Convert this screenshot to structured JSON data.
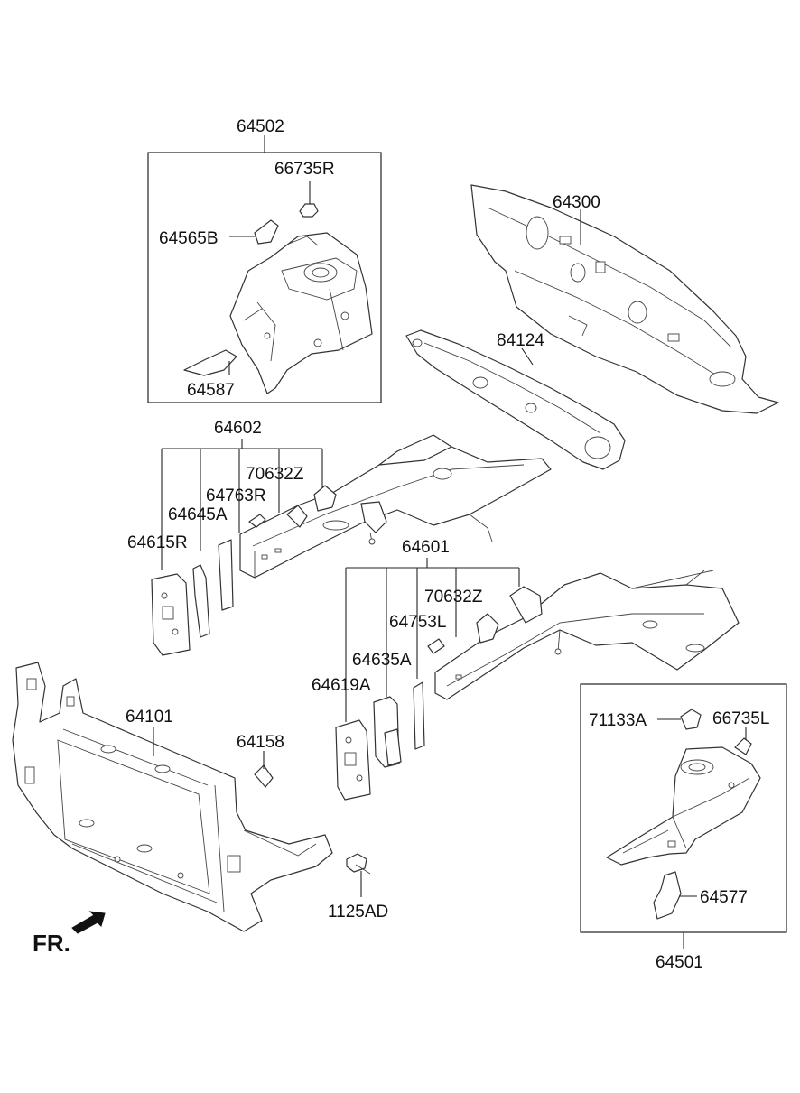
{
  "labels": {
    "l64502": "64502",
    "l66735R": "66735R",
    "l64565B": "64565B",
    "l64587": "64587",
    "l64300": "64300",
    "l84124": "84124",
    "l64602": "64602",
    "l70632Z_a": "70632Z",
    "l64763R": "64763R",
    "l64645A": "64645A",
    "l64615R": "64615R",
    "l64601": "64601",
    "l70632Z_b": "70632Z",
    "l64753L": "64753L",
    "l64635A": "64635A",
    "l64619A": "64619A",
    "l64101": "64101",
    "l64158": "64158",
    "l1125AD": "1125AD",
    "l71133A": "71133A",
    "l66735L": "66735L",
    "l64577": "64577",
    "l64501": "64501",
    "fr": "FR."
  }
}
